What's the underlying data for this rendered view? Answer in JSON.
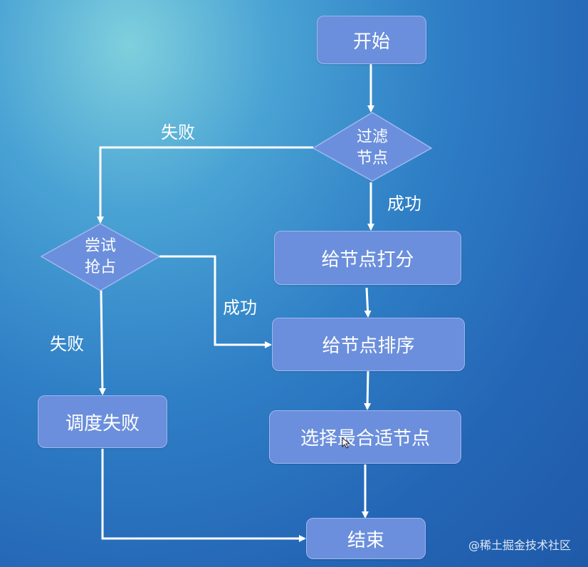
{
  "nodes": {
    "start": "开始",
    "filter": "过滤\n节点",
    "preempt": "尝试\n抢占",
    "score": "给节点打分",
    "sort": "给节点排序",
    "select": "选择最合适节点",
    "sched_fail": "调度失败",
    "end": "结束"
  },
  "edge_labels": {
    "filter_fail": "失败",
    "filter_success": "成功",
    "preempt_success": "成功",
    "preempt_fail": "失败"
  },
  "watermark": "@稀土掘金技术社区",
  "colors": {
    "node_fill": "#6b8fdc",
    "node_border": "#9fb8ef",
    "arrow": "#ffffff"
  }
}
